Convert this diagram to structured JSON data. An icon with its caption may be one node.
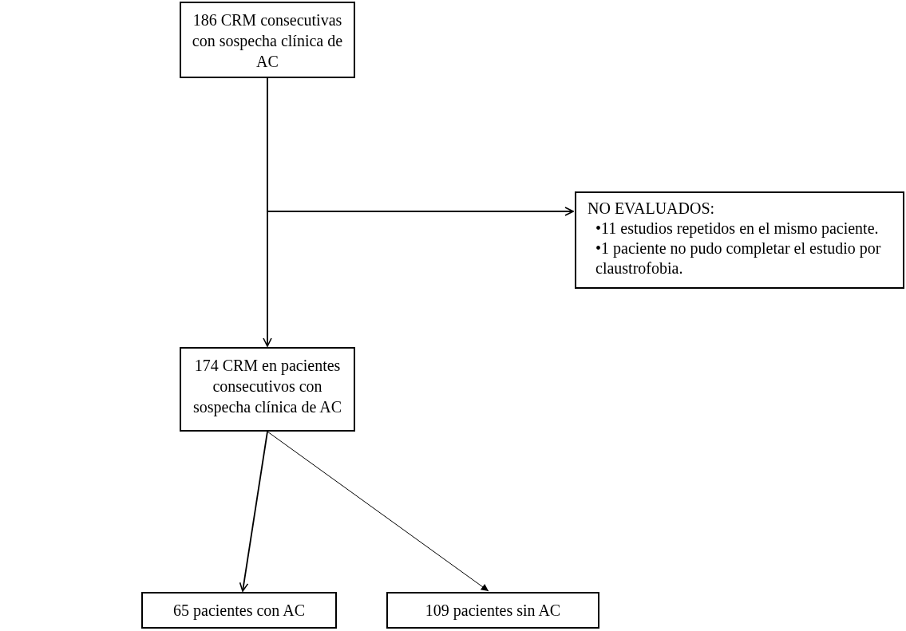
{
  "diagram": {
    "nodes": [
      {
        "text": [
          "186 CRM consecutivas con sospecha clínica de AC"
        ]
      },
      {
        "text": [
          "NO EVALUADOS:",
          "•11 estudios repetidos en el mismo paciente.",
          "•1 paciente no pudo completar el estudio por claustrofobia."
        ]
      },
      {
        "text": [
          "174 CRM en pacientes consecutivos con sospecha clínica de AC"
        ]
      },
      {
        "text": [
          "65 pacientes con AC"
        ]
      },
      {
        "text": [
          "109 pacientes sin AC"
        ]
      }
    ],
    "edges": [
      {
        "from": 0,
        "to": 2,
        "arrow": "to"
      },
      {
        "from": 0,
        "to": 1,
        "arrow": "to"
      },
      {
        "from": 2,
        "to": 3,
        "arrow": "to"
      },
      {
        "from": 2,
        "to": 4,
        "arrow": "to"
      }
    ]
  }
}
